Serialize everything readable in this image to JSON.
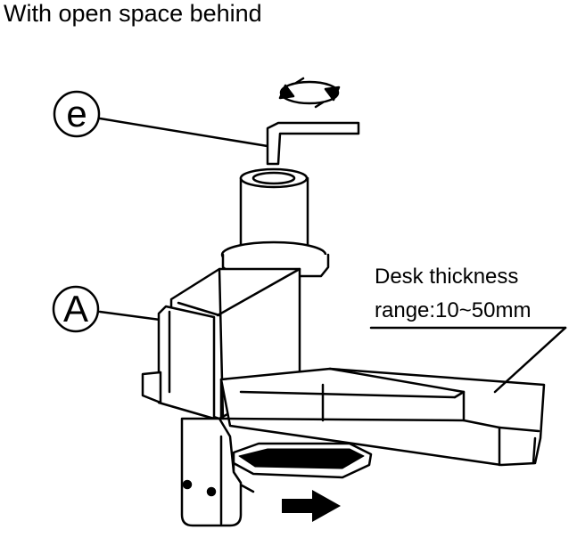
{
  "title": "With open space behind",
  "callouts": {
    "e": "e",
    "A": "A"
  },
  "desk_label": {
    "line1": "Desk thickness",
    "line2": "range:10~50mm"
  },
  "icons": [
    "rotate-arrows-icon",
    "allen-key-icon",
    "push-arrow-icon"
  ]
}
